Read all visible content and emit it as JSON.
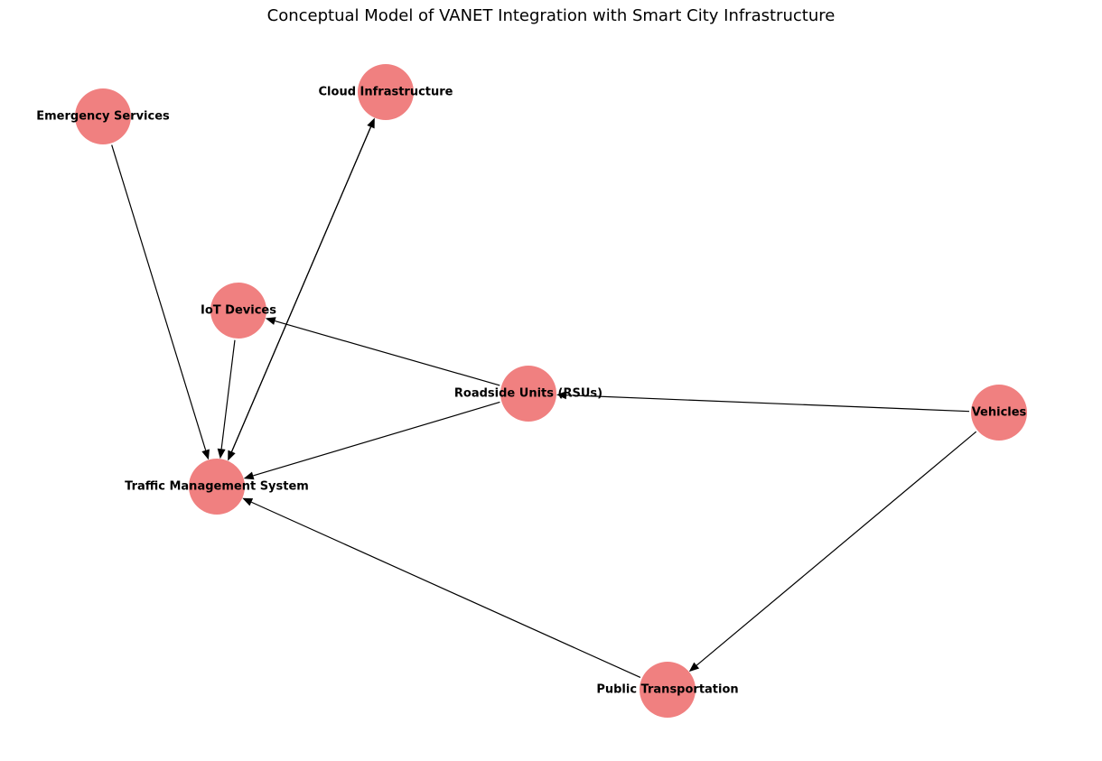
{
  "title": "Conceptual Model of VANET Integration with Smart City Infrastructure",
  "node_color": "#f08080",
  "edge_color": "#000000",
  "nodes": [
    {
      "id": "vehicles",
      "label": "Vehicles"
    },
    {
      "id": "rsu",
      "label": "Roadside Units (RSUs)"
    },
    {
      "id": "tms",
      "label": "Traffic Management System"
    },
    {
      "id": "cloud",
      "label": "Cloud Infrastructure"
    },
    {
      "id": "iot",
      "label": "IoT Devices"
    },
    {
      "id": "emergency",
      "label": "Emergency Services"
    },
    {
      "id": "public",
      "label": "Public Transportation"
    }
  ],
  "edges": [
    {
      "from": "vehicles",
      "to": "rsu"
    },
    {
      "from": "vehicles",
      "to": "public"
    },
    {
      "from": "rsu",
      "to": "tms"
    },
    {
      "from": "rsu",
      "to": "iot"
    },
    {
      "from": "tms",
      "to": "cloud"
    },
    {
      "from": "cloud",
      "to": "tms"
    },
    {
      "from": "iot",
      "to": "tms"
    },
    {
      "from": "emergency",
      "to": "tms"
    },
    {
      "from": "public",
      "to": "tms"
    }
  ]
}
